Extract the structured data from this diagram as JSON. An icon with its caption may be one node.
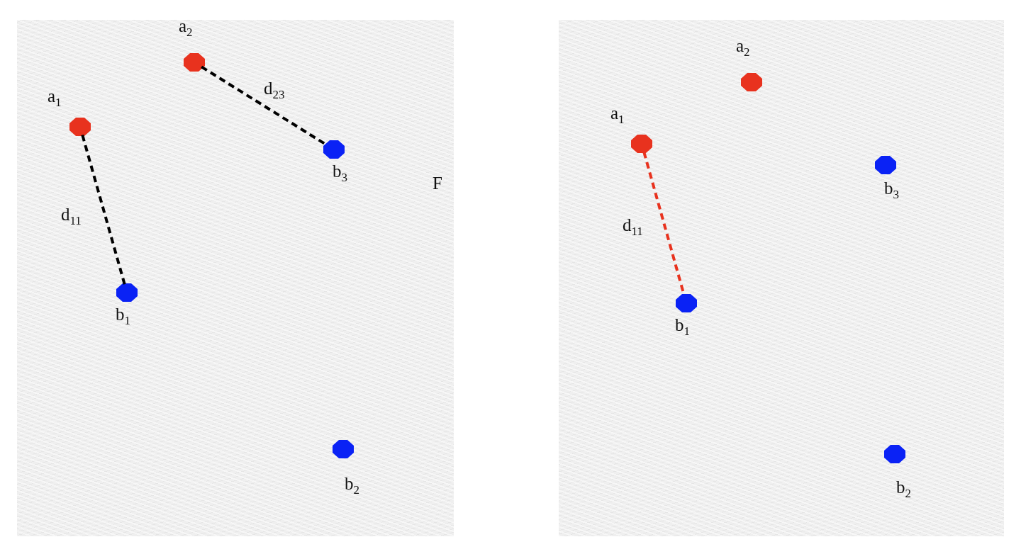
{
  "diagram": {
    "nodes": [
      {
        "text": [],
        "shape": "box"
      },
      {
        "text": [],
        "shape": "octagon",
        "in": 0,
        "beside": [
          "a$_{1}$"
        ]
      },
      {
        "text": [],
        "shape": "octagon",
        "in": 0,
        "beside": [
          "a$_{2}$"
        ]
      },
      {
        "text": [],
        "shape": "octagon",
        "in": 0,
        "beside": [
          "b$_{1}$"
        ]
      },
      {
        "text": [],
        "shape": "octagon",
        "in": 0,
        "beside": [
          "b$_{3}$"
        ]
      },
      {
        "text": [],
        "shape": "octagon",
        "in": 0,
        "beside": [
          "b$_{2}$"
        ]
      },
      {
        "text": [],
        "shape": "box"
      },
      {
        "text": [],
        "shape": "octagon",
        "in": 6,
        "beside": [
          "a$_{1}$"
        ]
      },
      {
        "text": [],
        "shape": "octagon",
        "in": 6,
        "beside": [
          "a$_{2}$"
        ]
      },
      {
        "text": [],
        "shape": "octagon",
        "in": 6,
        "beside": [
          "b$_{1}$"
        ]
      },
      {
        "text": [],
        "shape": "octagon",
        "in": 6,
        "beside": [
          "b$_{3}$"
        ]
      },
      {
        "text": [],
        "shape": "octagon",
        "in": 6,
        "beside": [
          "b$_{2}$"
        ]
      }
    ],
    "edges": [
      {
        "from": 1,
        "to": 3,
        "arrow": "none",
        "label": "d$_{11}$",
        "style": "dashed"
      },
      {
        "from": 2,
        "to": 4,
        "arrow": "none",
        "label": "d$_{23}$",
        "style": "dashed"
      },
      {
        "from": 7,
        "to": 9,
        "arrow": "none",
        "label": "d$_{11}$",
        "style": "dashed",
        "color": "#e8321e"
      }
    ],
    "labels": [
      "F"
    ]
  }
}
